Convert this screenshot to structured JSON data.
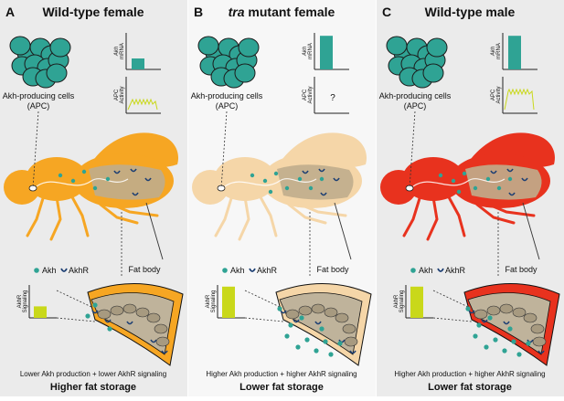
{
  "panels": [
    {
      "letter": "A",
      "title": "Wild-type female",
      "cells_label_1": "Akh-producing cells",
      "cells_label_2": "(APC)",
      "mrna_label_1": "Akh",
      "mrna_label_2": "mRNA",
      "mrna_level": 0.3,
      "apc_label_1": "APC",
      "apc_label_2": "Activity",
      "apc_trace": "low",
      "apc_question": "",
      "legend_akh": "Akh",
      "legend_akhr": "AkhR",
      "fatbody_label": "Fat body",
      "akhr_label_1": "AkhR",
      "akhr_label_2": "Signaling",
      "akhr_level": 0.35,
      "caption": "Lower Akh production + lower AkhR signaling",
      "outcome": "Higher fat storage",
      "colors": {
        "bg": "#ebebeb",
        "fly": "#f6a623",
        "fat_rim": "#f6a623"
      }
    },
    {
      "letter": "B",
      "title_italic": "tra",
      "title": " mutant female",
      "cells_label_1": "Akh-producing cells",
      "cells_label_2": "(APC)",
      "mrna_label_1": "Akh",
      "mrna_label_2": "mRNA",
      "mrna_level": 0.92,
      "apc_label_1": "APC",
      "apc_label_2": "Activity",
      "apc_trace": "none",
      "apc_question": "?",
      "legend_akh": "Akh",
      "legend_akhr": "AkhR",
      "fatbody_label": "Fat body",
      "akhr_label_1": "AkhR",
      "akhr_label_2": "Signaling",
      "akhr_level": 0.95,
      "caption": "Higher Akh production + higher AkhR signaling",
      "outcome": "Lower fat storage",
      "colors": {
        "bg": "#f7f7f7",
        "fly": "#f5d6a8",
        "fat_rim": "#f5d6a8"
      }
    },
    {
      "letter": "C",
      "title": "Wild-type male",
      "cells_label_1": "Akh-producing cells",
      "cells_label_2": "(APC)",
      "mrna_label_1": "Akh",
      "mrna_label_2": "mRNA",
      "mrna_level": 0.92,
      "apc_label_1": "APC",
      "apc_label_2": "Activity",
      "apc_trace": "high",
      "apc_question": "",
      "legend_akh": "Akh",
      "legend_akhr": "AkhR",
      "fatbody_label": "Fat body",
      "akhr_label_1": "AkhR",
      "akhr_label_2": "Signaling",
      "akhr_level": 0.95,
      "caption": "Higher Akh production + higher AkhR signaling",
      "outcome": "Lower fat storage",
      "colors": {
        "bg": "#ebebeb",
        "fly": "#e8321e",
        "fat_rim": "#e8321e"
      }
    }
  ],
  "colors": {
    "cells": "#2fa394",
    "akh": "#2fa394",
    "mrna_bar": "#2fa394",
    "signal_bar": "#c9d81a",
    "apc_trace": "#c9d81a",
    "receptor": "#1d3f73",
    "fat_inner": "#bfb39b",
    "text": "#111111"
  }
}
